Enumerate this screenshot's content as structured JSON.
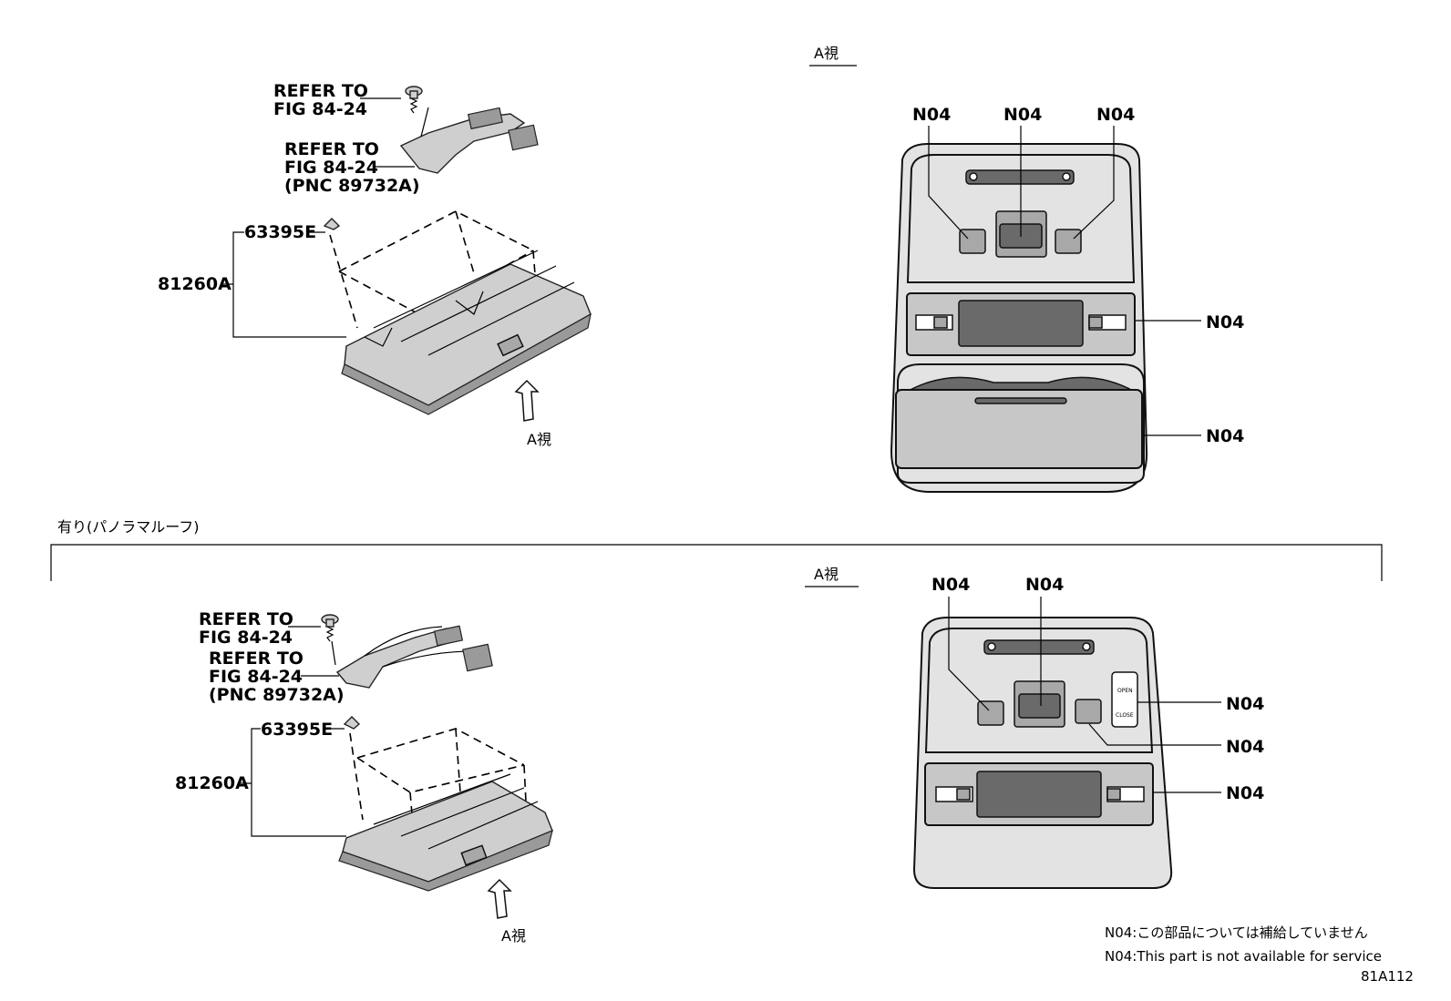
{
  "upper": {
    "view_label": "A視",
    "refer1": [
      "REFER TO",
      "FIG 84-24"
    ],
    "refer2": [
      "REFER TO",
      "FIG 84-24",
      "(PNC 89732A)"
    ],
    "part_clip": "63395E",
    "part_assy": "81260A",
    "arrow_label": "A視",
    "callouts": [
      "N04",
      "N04",
      "N04",
      "N04",
      "N04"
    ]
  },
  "section_label": "有り(パノラマルーフ)",
  "lower": {
    "view_label": "A視",
    "refer1": [
      "REFER TO",
      "FIG 84-24"
    ],
    "refer2": [
      "REFER TO",
      "FIG 84-24",
      "(PNC 89732A)"
    ],
    "part_clip": "63395E",
    "part_assy": "81260A",
    "arrow_label": "A視",
    "callouts": [
      "N04",
      "N04",
      "N04",
      "N04",
      "N04"
    ],
    "sunroof_switch": [
      "OPEN",
      "CLOSE"
    ]
  },
  "notes": {
    "jp": "N04:この部品については補給していません",
    "en": "N04:This part is not available for service"
  },
  "figure_code": "81A112"
}
